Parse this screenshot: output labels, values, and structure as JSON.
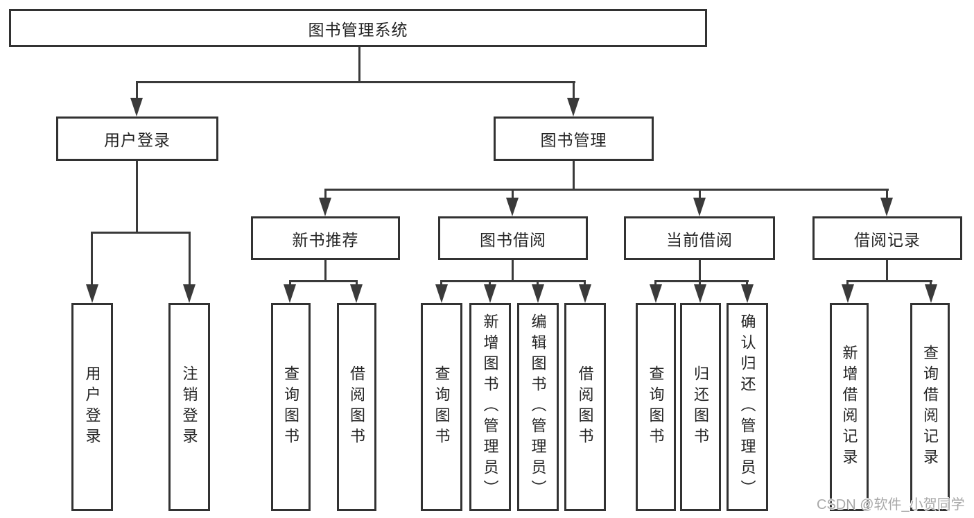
{
  "diagram": {
    "root_label": "图书管理系统",
    "user_login": {
      "label": "用户登录",
      "children": [
        "用户登录",
        "注销登录"
      ]
    },
    "book_mgmt": {
      "label": "图书管理",
      "groups": [
        {
          "label": "新书推荐",
          "children": [
            "查询图书",
            "借阅图书"
          ]
        },
        {
          "label": "图书借阅",
          "children": [
            "查询图书",
            "新增图书（管理员）",
            "编辑图书（管理员）",
            "借阅图书"
          ]
        },
        {
          "label": "当前借阅",
          "children": [
            "查询图书",
            "归还图书",
            "确认归还（管理员）"
          ]
        },
        {
          "label": "借阅记录",
          "children": [
            "新增借阅记录",
            "查询借阅记录"
          ]
        }
      ]
    }
  },
  "watermark": "CSDN @软件_小贺同学",
  "colors": {
    "line": "#3a3a3a",
    "border": "#323232",
    "text": "#242424",
    "background": "#ffffff",
    "watermark": "#a8a8a8"
  }
}
